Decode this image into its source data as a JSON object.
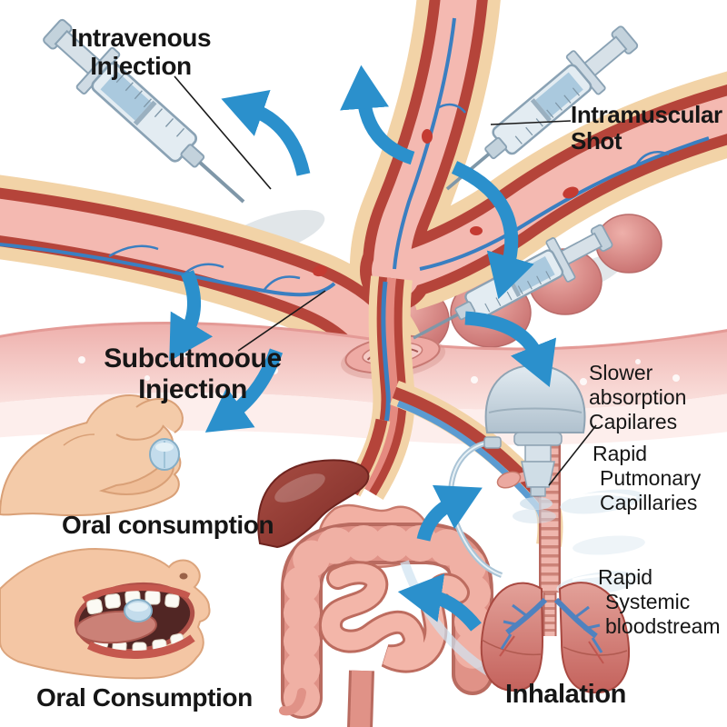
{
  "figure": {
    "type": "medical-illustration",
    "subject": "Routes of drug administration and absorption",
    "background_color": "#ffffff"
  },
  "labels": {
    "intravenous": {
      "line1": "Intravenous",
      "line2": "Injection"
    },
    "intramuscular": {
      "line1": "Intramuscular",
      "line2": "Shot"
    },
    "subcutaneous": {
      "line1": "Subcutmooue",
      "line2": "Injection"
    },
    "oral_top": "Oral consumption",
    "oral_bottom": "Oral Consumption",
    "inhalation": "Inhalation",
    "slower_absorption": {
      "line1": "Slower",
      "line2": "absorption",
      "line3": "Capilares"
    },
    "rapid_pulmonary": {
      "line1": "Rapid",
      "line2": "Putmonary",
      "line3": "Capillaries"
    },
    "rapid_systemic": {
      "line1": "Rapid",
      "line2": "Systemic",
      "line3": "bloodstream"
    }
  },
  "icons": {
    "syringe_intravenous": "syringe-icon",
    "syringe_intramuscular": "syringe-icon",
    "syringe_subcutaneous": "syringe-icon",
    "inhaler": "inhaler-icon",
    "pill_in_hand": "pill-icon",
    "pill_in_mouth": "pill-icon",
    "flow_arrows": "curved-arrow-icon"
  },
  "colors": {
    "label_text": "#161616",
    "arrow_blue": "#2b90cc",
    "vessel_red": "#b5443a",
    "vessel_wall_cream": "#f2d3a7",
    "tissue_pink": "#f2bcb6",
    "skin_tone": "#f4cba9",
    "organ_pink": "#eca89b",
    "liver_red": "#8e3430",
    "lung_pink": "#d98880",
    "device_gray_blue": "#c3d2dc",
    "pill_blue": "#bcd9e8"
  }
}
